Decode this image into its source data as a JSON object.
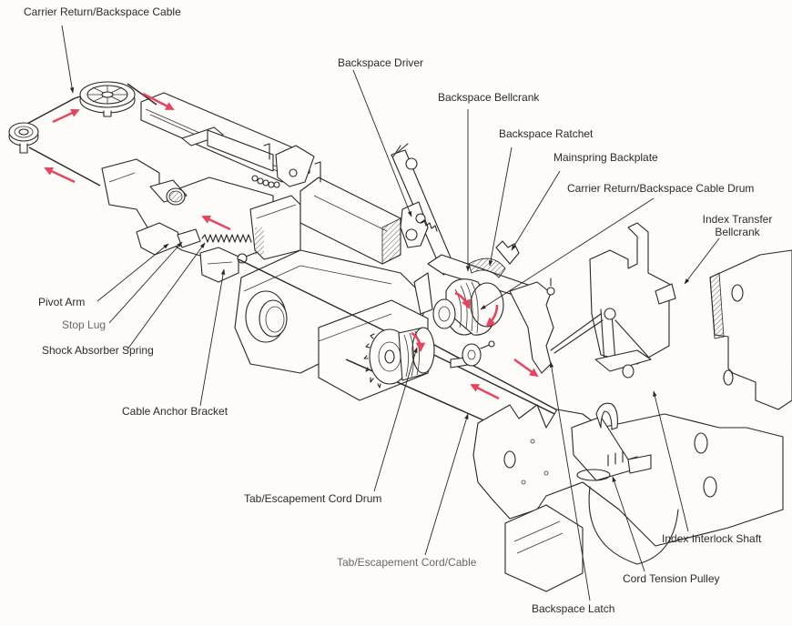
{
  "figure": {
    "title": "Carrier Return / Backspace and Tab / Escapement Cable Mechanism",
    "arrow_color": "#e8445f",
    "line_color": "#2a2624",
    "background": "#fdfcf8"
  },
  "labels": {
    "carrier_return_backspace_cable": "Carrier Return/Backspace Cable",
    "backspace_driver": "Backspace Driver",
    "backspace_bellcrank": "Backspace Bellcrank",
    "backspace_ratchet": "Backspace Ratchet",
    "mainspring_backplate": "Mainspring Backplate",
    "carrier_return_backspace_cable_drum": "Carrier Return/Backspace Cable Drum",
    "index_transfer_bellcrank_line1": "Index Transfer",
    "index_transfer_bellcrank_line2": "Bellcrank",
    "pivot_arm": "Pivot Arm",
    "stop_lug": "Stop Lug",
    "shock_absorber_spring": "Shock Absorber Spring",
    "cable_anchor_bracket": "Cable Anchor Bracket",
    "tab_escapement_cord_drum": "Tab/Escapement Cord Drum",
    "tab_escapement_cord_cable": "Tab/Escapement Cord/Cable",
    "index_interlock_shaft": "Index Interlock Shaft",
    "cord_tension_pulley": "Cord Tension Pulley",
    "backspace_latch": "Backspace Latch"
  },
  "motion_arrows": [
    {
      "id": "cable-top-right",
      "direction": "right-down"
    },
    {
      "id": "cable-left-up",
      "direction": "right-up"
    },
    {
      "id": "cable-bottom-left",
      "direction": "left-up"
    },
    {
      "id": "spring-left",
      "direction": "left-up"
    },
    {
      "id": "drum-rotation-upper",
      "direction": "clockwise"
    },
    {
      "id": "drum-rotation-side",
      "direction": "clockwise"
    },
    {
      "id": "cord-drum-rotation",
      "direction": "clockwise"
    },
    {
      "id": "cord-right",
      "direction": "right-down"
    },
    {
      "id": "cord-left",
      "direction": "left-up"
    }
  ]
}
